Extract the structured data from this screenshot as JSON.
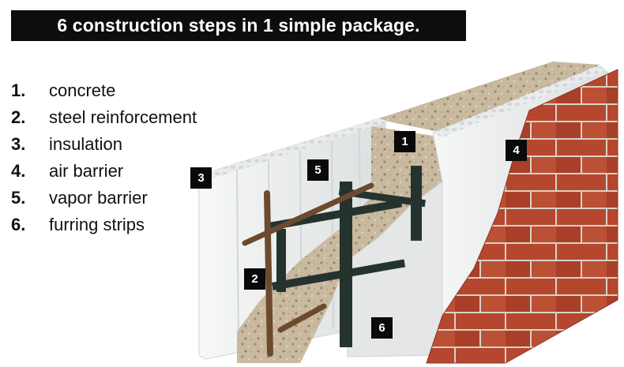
{
  "title": "6 construction steps in 1 simple package.",
  "steps": [
    {
      "num": "1.",
      "label": "concrete"
    },
    {
      "num": "2.",
      "label": "steel reinforcement"
    },
    {
      "num": "3.",
      "label": "insulation"
    },
    {
      "num": "4.",
      "label": "air barrier"
    },
    {
      "num": "5.",
      "label": "vapor barrier"
    },
    {
      "num": "6.",
      "label": "furring strips"
    }
  ],
  "callouts": [
    "1",
    "2",
    "3",
    "4",
    "5",
    "6"
  ],
  "colors": {
    "title_bg": "#0d0d0d",
    "concrete": "#c8b99f",
    "foam": "#eceeef",
    "brick": "#b5472e",
    "mortar": "#d9d2c4",
    "web_tie": "#25332f",
    "rebar": "#6b4a2e"
  }
}
